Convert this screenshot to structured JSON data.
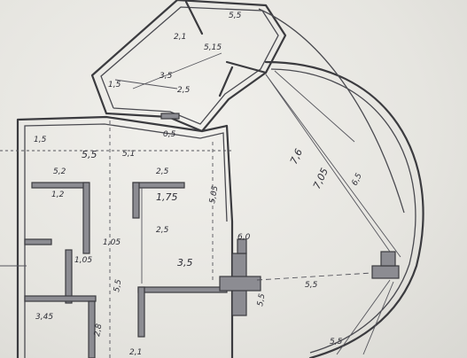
{
  "labels": {
    "top_room_a": "2,1",
    "top_room_b": "5,5",
    "top_room_c": "5,15",
    "top_room_d": "3,5",
    "top_room_e": "2,5",
    "top_room_f": "1,5",
    "left_top": "5,5",
    "left_mid": "5,2",
    "left_b": "1,2",
    "left_c": "1,5",
    "center_a": "2,5",
    "center_b": "5,1",
    "center_c": "1,75",
    "center_d": "2,5",
    "center_e": "3,5",
    "center_f": "1,05",
    "right_a": "7,6",
    "right_b": "7,05",
    "right_c": "6,5",
    "right_d": "5,05",
    "right_e": "5,5",
    "bottom_a": "2,1",
    "bottom_b": "5,5",
    "bottom_c": "5,5",
    "bottom_d": "3,45",
    "bottom_e": "2,8",
    "misc_a": "0,5",
    "misc_b": "1,05",
    "misc_c": "6,0",
    "misc_d": "5,5"
  }
}
